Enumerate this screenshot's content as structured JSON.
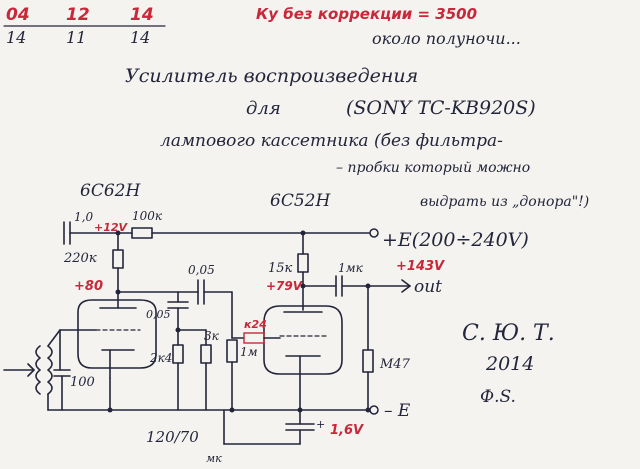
{
  "header": {
    "top_numbers": [
      "04",
      "12",
      "14"
    ],
    "bottom_numbers": [
      "14",
      "11",
      "14"
    ],
    "gain_note": "Ку без коррекции = 3500",
    "time_note": "около полуночи..."
  },
  "title": {
    "line1": "Усилитель воспроизведения",
    "line2_prefix": "для",
    "line2_model": "(SONY TC-KB920S)",
    "line3": "лампового кассетника (без фильтра-",
    "line4": "– пробки который можно",
    "line5": "выдрать из „донора\"!)"
  },
  "tubes": {
    "tube1": "6С62Н",
    "tube2": "6С52Н"
  },
  "components": {
    "c_input": "1,0",
    "r_supply": "100к",
    "r_anode1": "220к",
    "c_coupling": "0,05",
    "c_feedback": "0,05",
    "r_anode2": "15к",
    "c_output": "1мк",
    "r_cathode1": "2к4",
    "r_fb": "3к",
    "r_grid2": "1м",
    "r_series": "к24",
    "r_load": "М47",
    "c_head": "100",
    "c_bypass": "120/70",
    "c_bypass_unit": "мк",
    "cathode_voltage": "1,6V"
  },
  "voltages": {
    "v_supply_node": "+12V",
    "v_anode1": "+80",
    "v_anode2": "+79V",
    "v_plus": "+143V"
  },
  "terminals": {
    "supply": "+E(200÷240V)",
    "output": "out",
    "ground": "– E"
  },
  "signature": {
    "initials": "С. Ю. Т.",
    "year": "2014",
    "mark": "Ф.S."
  }
}
